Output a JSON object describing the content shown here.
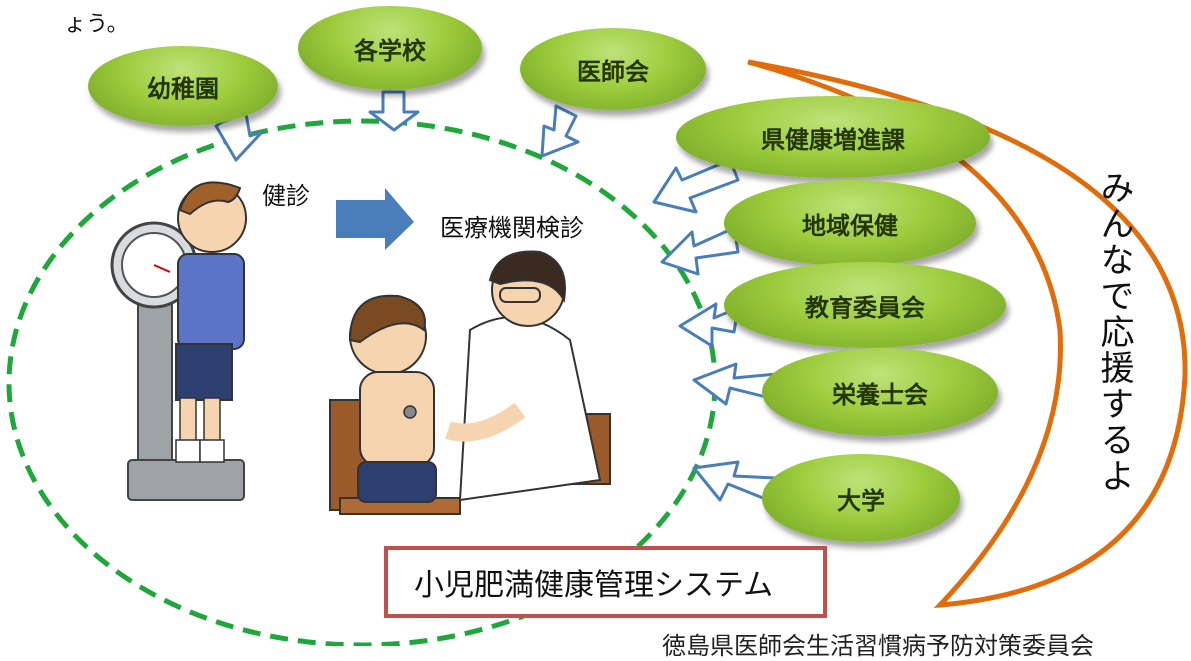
{
  "top_fragment": "ょう。",
  "ovals": [
    {
      "key": "kindergarten",
      "label": "幼稚園"
    },
    {
      "key": "schools",
      "label": "各学校"
    },
    {
      "key": "medical_assoc",
      "label": "医師会"
    },
    {
      "key": "pref_health",
      "label": "県健康増進課"
    },
    {
      "key": "community_health",
      "label": "地域保健"
    },
    {
      "key": "education_board",
      "label": "教育委員会"
    },
    {
      "key": "dietitian_assoc",
      "label": "栄養士会"
    },
    {
      "key": "university",
      "label": "大学"
    }
  ],
  "checkup_label": "健診",
  "exam_label": "医療機関検診",
  "support_text": "みんなで応援するよ",
  "system_title": "小児肥満健康管理システム",
  "footer_text": "徳島県医師会生活習慣病予防対策委員会",
  "colors": {
    "oval_green": "#9ccc3c",
    "arrow_blue": "#4a7ebb",
    "circle_green": "#1ea83c",
    "crescent_orange": "#e36c0a",
    "box_red": "#c0504d"
  }
}
